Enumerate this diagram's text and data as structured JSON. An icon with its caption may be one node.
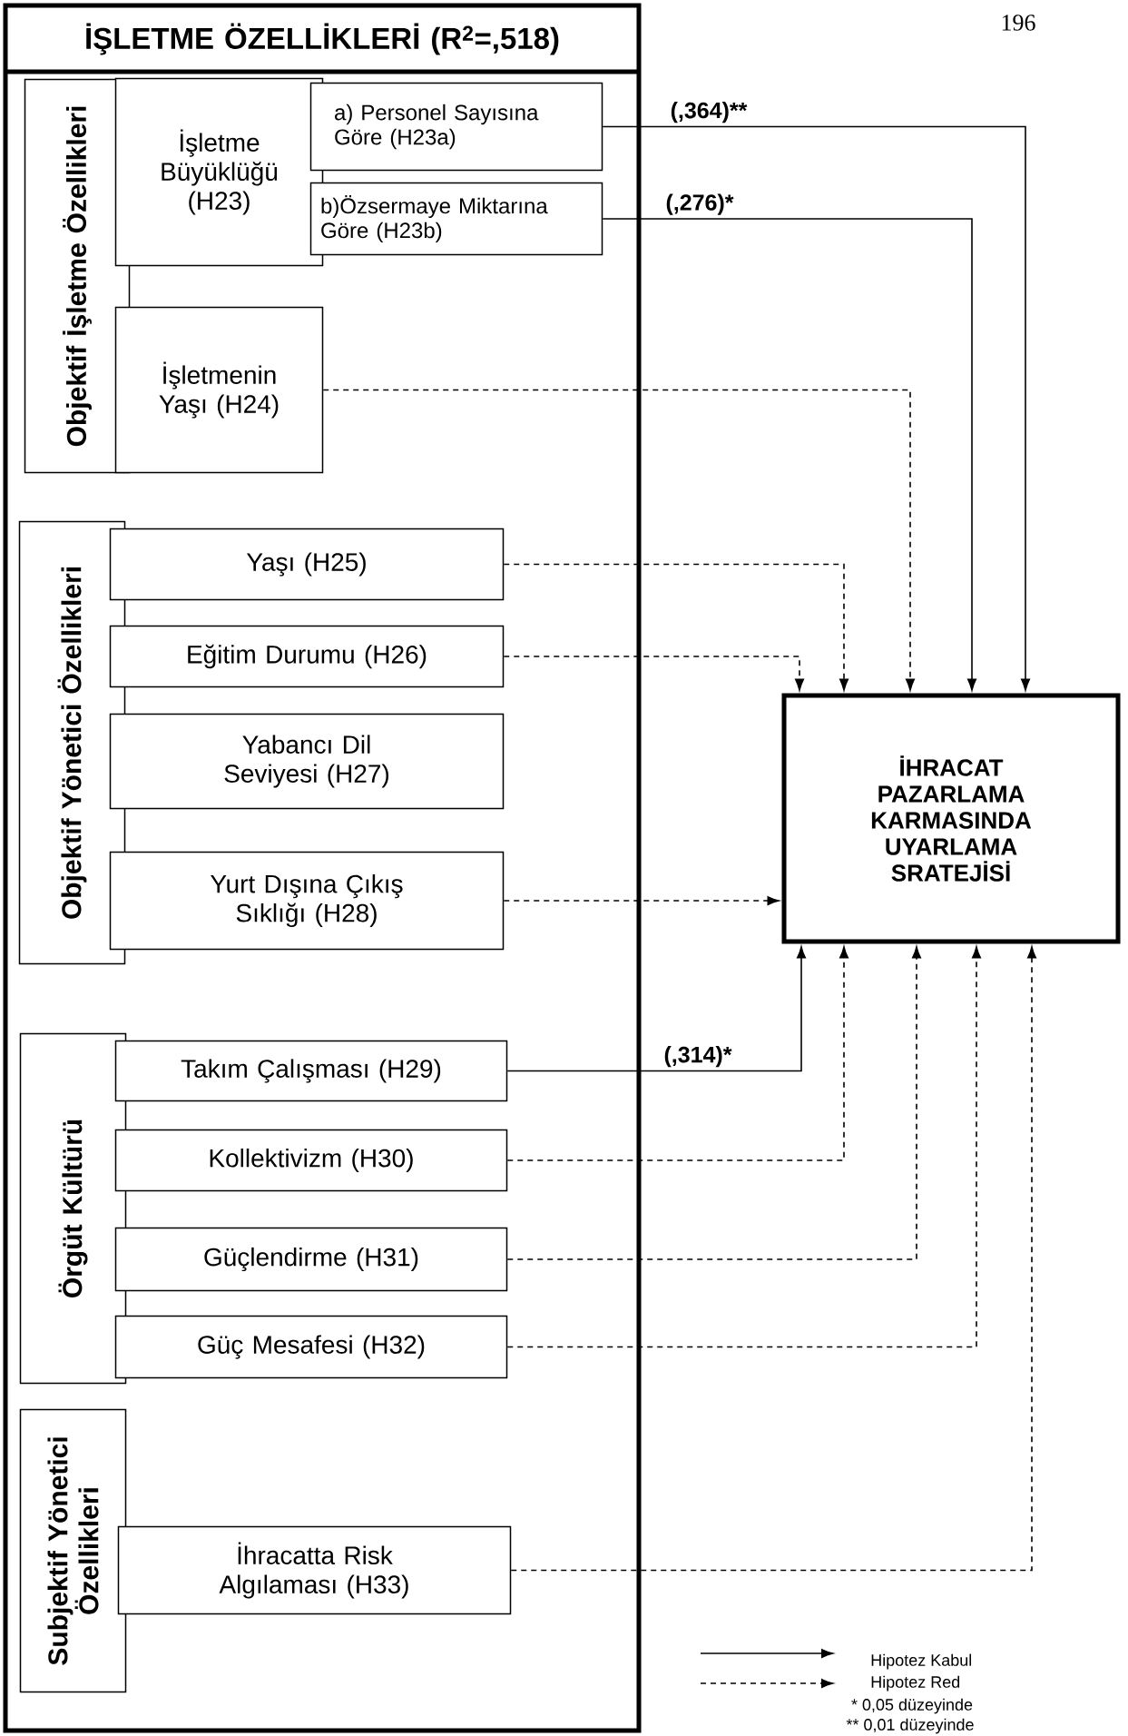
{
  "diagram": {
    "nodes": [
      {
        "text": [
          "İŞLETME ÖZELLİKLERİ (R$^{2}$=,518)"
        ]
      },
      {
        "text": [
          "Objektif İşletme Özellikleri"
        ],
        "in": 0
      },
      {
        "text": [
          "İşletme Büyüklüğü (H23)"
        ],
        "in": 0
      },
      {
        "text": [
          "a) Personel Sayısına Göre (H23a)"
        ],
        "in": 0
      },
      {
        "text": [
          "b)Özsermaye Miktarına Göre (H23b)"
        ],
        "in": 0
      },
      {
        "text": [
          "İşletmenin Yaşı (H24)"
        ],
        "in": 0
      },
      {
        "text": [
          "Objektif Yönetici Özellikleri"
        ],
        "in": 0
      },
      {
        "text": [
          "Yaşı (H25)"
        ],
        "in": 0
      },
      {
        "text": [
          "Eğitim Durumu (H26)"
        ],
        "in": 0
      },
      {
        "text": [
          "Yabancı Dil Seviyesi (H27)"
        ],
        "in": 0
      },
      {
        "text": [
          "Yurt Dışına Çıkış Sıklığı (H28)"
        ],
        "in": 0
      },
      {
        "text": [
          "Örgüt Kültürü"
        ],
        "in": 0
      },
      {
        "text": [
          "Takım Çalışması (H29)"
        ],
        "in": 0
      },
      {
        "text": [
          "Kollektivizm (H30)"
        ],
        "in": 0
      },
      {
        "text": [
          "Güçlendirme (H31)"
        ],
        "in": 0
      },
      {
        "text": [
          "Güç Mesafesi (H32)"
        ],
        "in": 0
      },
      {
        "text": [
          "Subjektif Yönetici Özellikleri"
        ],
        "in": 0
      },
      {
        "text": [
          "İhracatta Risk Algılaması (H33)"
        ],
        "in": 0
      },
      {
        "text": [
          "İHRACAT PAZARLAMA KARMASINDA UYARLAMA SRATEJİSİ"
        ]
      }
    ],
    "edges": [
      {
        "from": 3,
        "to": 18,
        "arrow": "to",
        "label": "(,364)**"
      },
      {
        "from": 4,
        "to": 18,
        "arrow": "to",
        "label": "(,276)*"
      },
      {
        "from": 5,
        "to": 18,
        "arrow": "to",
        "style": "dashed"
      },
      {
        "from": 7,
        "to": 18,
        "arrow": "to",
        "style": "dashed"
      },
      {
        "from": 8,
        "to": 18,
        "arrow": "to",
        "style": "dashed"
      },
      {
        "from": 10,
        "to": 18,
        "arrow": "to",
        "style": "dashed"
      },
      {
        "from": 12,
        "to": 18,
        "arrow": "to",
        "label": "(,314)*"
      },
      {
        "from": 13,
        "to": 18,
        "arrow": "to",
        "style": "dashed"
      },
      {
        "from": 14,
        "to": 18,
        "arrow": "to",
        "style": "dashed"
      },
      {
        "from": 15,
        "to": 18,
        "arrow": "to",
        "style": "dashed"
      },
      {
        "from": 17,
        "to": 18,
        "arrow": "to",
        "style": "dashed"
      }
    ],
    "labels": [
      "196",
      "* 0,05 düzeyinde",
      "** 0,01 düzeyinde"
    ],
    "legend": [
      {
        "text": "Hipotez Kabul"
      },
      {
        "text": "Hipotez Red"
      }
    ]
  }
}
